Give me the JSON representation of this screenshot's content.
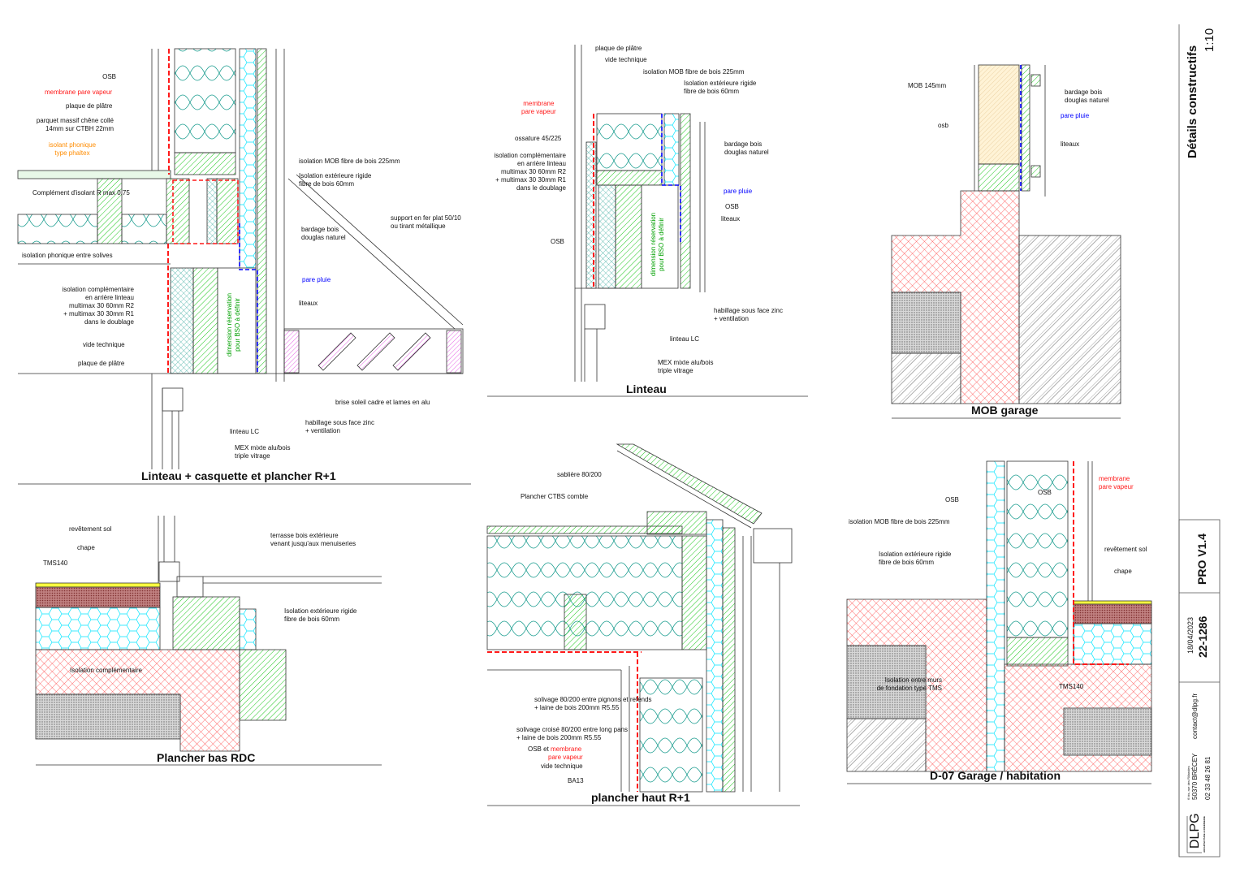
{
  "title_block": {
    "title": "Détails constructifs",
    "scale": "1:10",
    "phase": "PRO V1.4",
    "date": "18/04/2023",
    "project_number": "22-1286",
    "address_line1": "6 bis, rue des Rillandes",
    "address_line2": "50370 BRÉCEY",
    "phone": "02 33 48 26 81",
    "email": "contact@dlpg.fr",
    "logo_text": "DLPG",
    "logo_subtitle": "ARCHITECTURE & INGÉNIERIE"
  },
  "colors": {
    "membrane": "#ff1a1a",
    "pare_pluie": "#0000ff",
    "insulation": "#159a8c",
    "wood": "#00c000",
    "concrete": "#ff3030",
    "rigid_insulation": "#00e5ff"
  },
  "panels": [
    {
      "title": "Linteau + casquette et plancher R+1",
      "labels": [
        "OSB",
        "membrane pare vapeur",
        "plaque de plâtre",
        "parquet massif chêne collé\n14mm sur CTBH 22mm",
        "isolant phonique\ntype phaltex",
        "Complément d'isolant R max 0.75",
        "isolation phonique entre solives",
        "isolation complémentaire\nen arrière linteau\nmultimax 30 60mm R2\n+ multimax 30 30mm R1\ndans le doublage",
        "vide technique",
        "plaque de plâtre",
        "isolation MOB fibre de bois 225mm",
        "Isolation extérieure rigide\nfibre de bois 60mm",
        "bardage bois\ndouglas naturel",
        "support en fer plat 50/10\nou tirant métallique",
        "pare pluie",
        "liteaux",
        "brise soleil cadre et lames en alu",
        "habillage sous face zinc\n+ ventilation",
        "linteau LC",
        "MEX mixte alu/bois\ntriple vitrage",
        "dimension réservation\npour BSO à définir"
      ]
    },
    {
      "title": "Linteau",
      "labels": [
        "plaque de plâtre",
        "vide technique",
        "isolation MOB fibre de bois 225mm",
        "Isolation extérieure rigide\nfibre de bois 60mm",
        "membrane\npare vapeur",
        "ossature 45/225",
        "isolation complémentaire\nen arrière linteau\nmultimax 30 60mm R2\n+ multimax 30 30mm R1\ndans le doublage",
        "bardage bois\ndouglas naturel",
        "pare pluie",
        "OSB",
        "liteaux",
        "OSB",
        "habillage sous face zinc\n+ ventilation",
        "linteau LC",
        "MEX mixte alu/bois\ntriple vitrage",
        "dimension réservation\npour BSO à définir"
      ]
    },
    {
      "title": "MOB garage",
      "labels": [
        "MOB 145mm",
        "osb",
        "bardage bois\ndouglas naturel",
        "pare pluie",
        "liteaux"
      ]
    },
    {
      "title": "Plancher bas RDC",
      "labels": [
        "revêtement sol",
        "chape",
        "TMS140",
        "terrasse bois extérieure\nvenant jusqu'aux menuiseries",
        "Isolation extérieure rigide\nfibre de bois 60mm",
        "Isolation complémentaire"
      ]
    },
    {
      "title": "plancher haut R+1",
      "labels": [
        "sablière 80/200",
        "Plancher CTBS comble",
        "solivage 80/200 entre pignons et refends\n+ laine de bois 200mm R5.55",
        "solivage croisé 80/200 entre long pans\n+ laine de bois 200mm R5.55",
        "OSB et ",
        "membrane",
        "pare vapeur",
        "vide technique",
        "BA13"
      ]
    },
    {
      "title": "D-07 Garage / habitation",
      "labels": [
        "OSB",
        "OSB",
        "membrane\npare vapeur",
        "isolation MOB fibre de bois 225mm",
        "Isolation extérieure rigide\nfibre de bois 60mm",
        "revêtement sol",
        "chape",
        "Isolation entre murs\nde fondation type TMS",
        "TMS140"
      ]
    }
  ]
}
